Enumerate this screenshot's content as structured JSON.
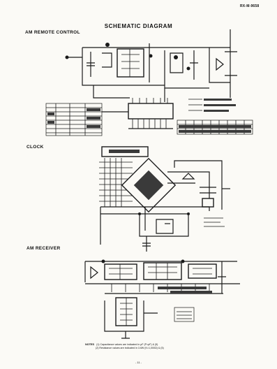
{
  "page_code": "RX-M-9658",
  "title": "SCHEMATIC DIAGRAM",
  "sections": {
    "remote": "AM REMOTE CONTROL",
    "clock": "CLOCK",
    "receiver": "AM RECEIVER"
  },
  "note": {
    "label": "NOTES",
    "line1": "(1) Capacitance values are indicated in μF (P=pF) & (5)",
    "line2": "(2) Resistance values are indicated in 1/4W (K=1,000Ω) & (5)"
  },
  "page_number": "- 11 -"
}
